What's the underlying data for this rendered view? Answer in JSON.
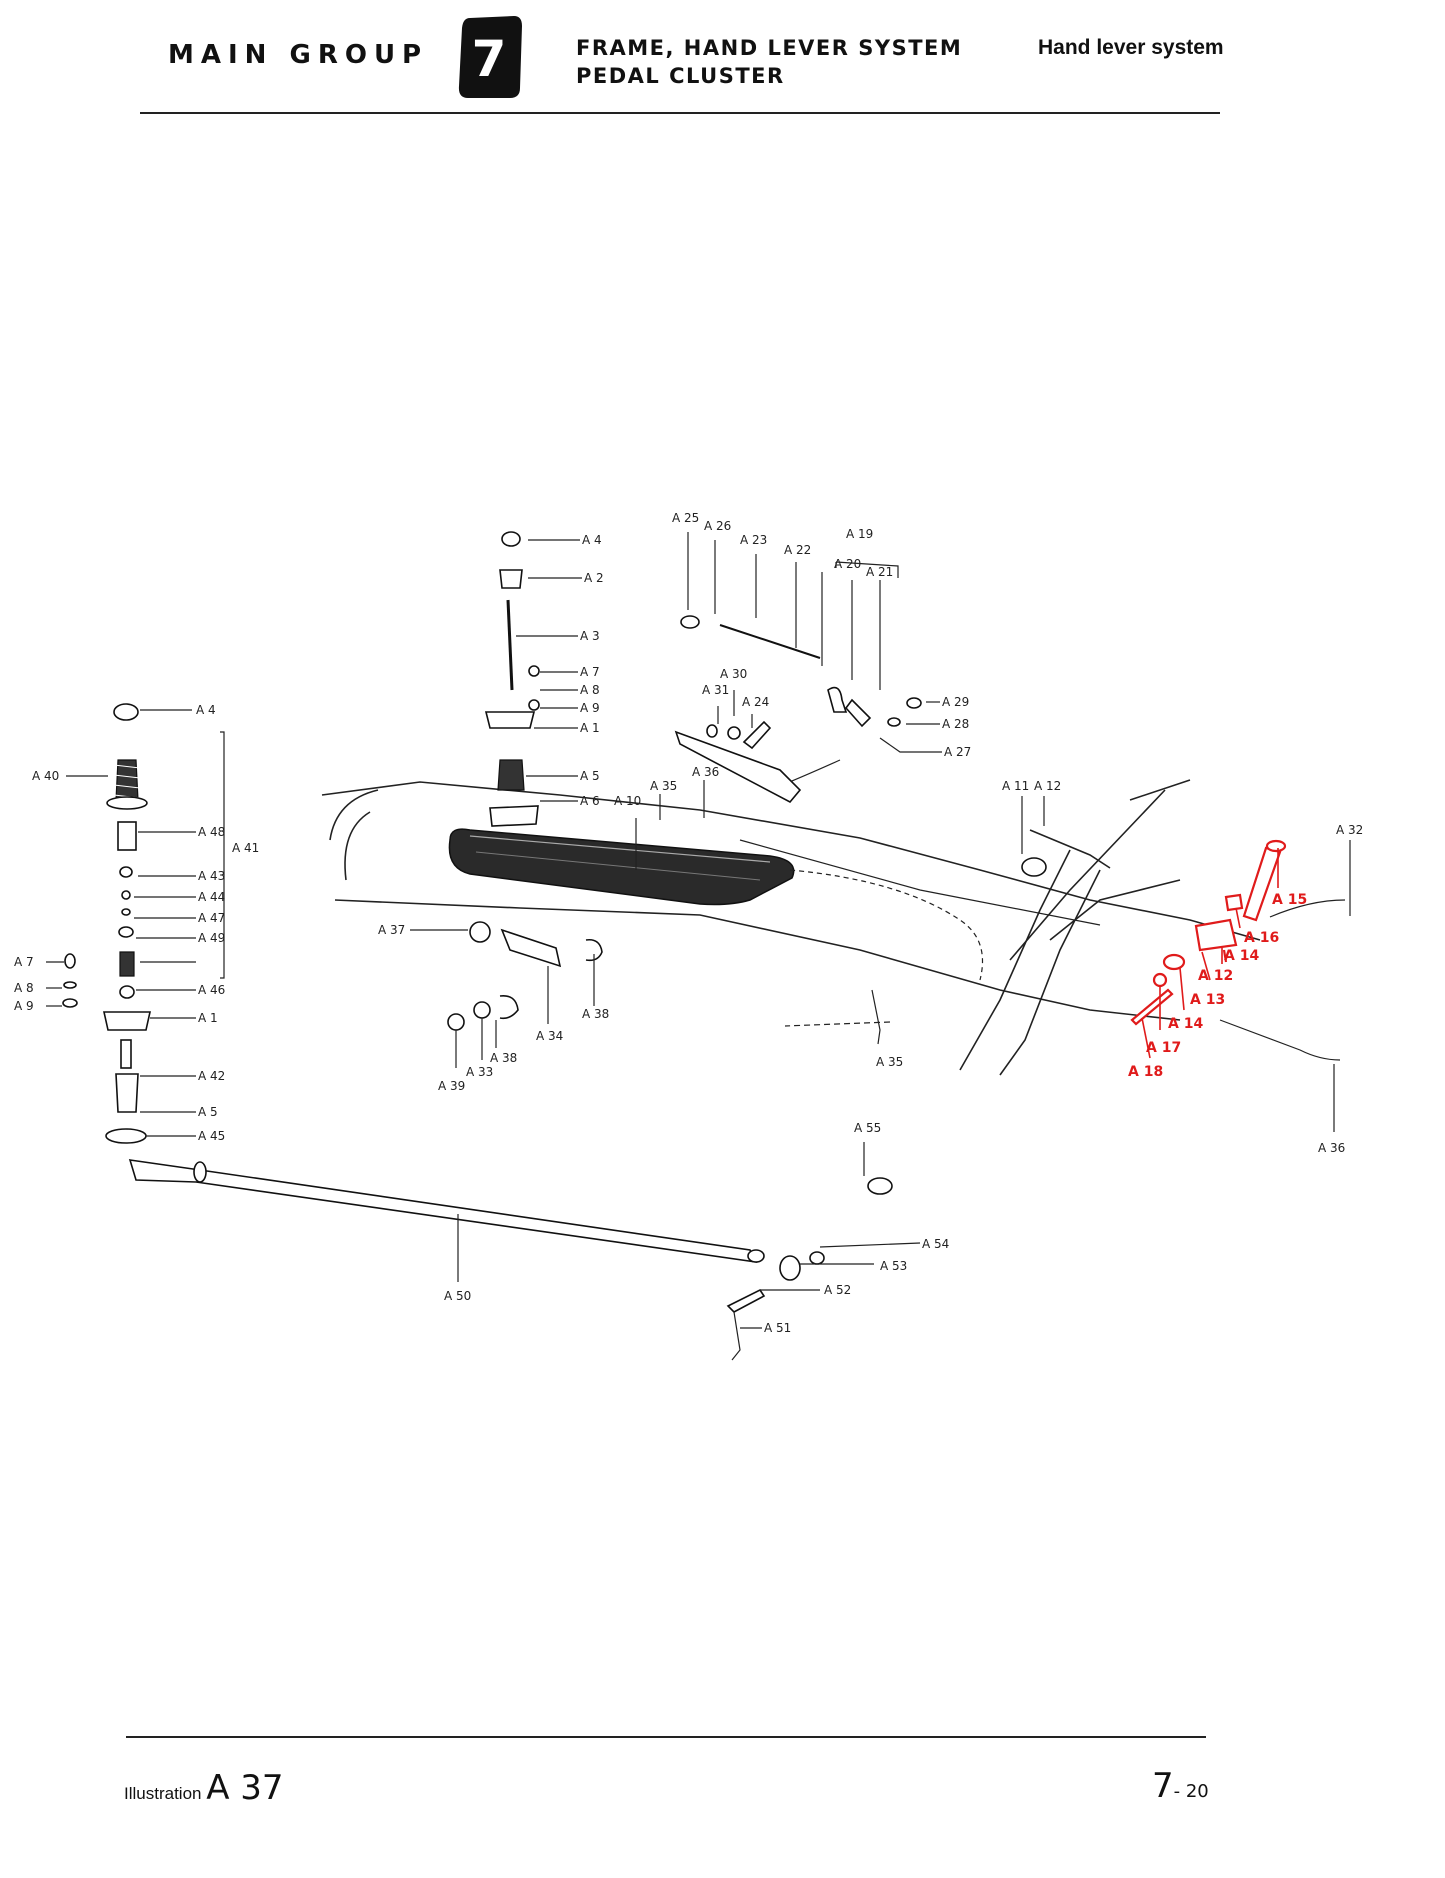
{
  "header": {
    "main_group": "MAIN GROUP",
    "group_number": "7",
    "title_line1": "FRAME, HAND LEVER SYSTEM",
    "title_line2": "PEDAL CLUSTER",
    "section": "Hand lever system"
  },
  "footer": {
    "illustration_label": "Illustration",
    "illustration_number": "A 37",
    "page_number": "7",
    "page_sub": "- 20"
  },
  "callouts": [
    "A 4",
    "A 2",
    "A 3",
    "A 7",
    "A 8",
    "A 9",
    "A 1",
    "A 5",
    "A 6",
    "A 10",
    "A 25",
    "A 26",
    "A 23",
    "A 22",
    "A 19",
    "A 20",
    "A 21",
    "A 30",
    "A 31",
    "A 24",
    "A 29",
    "A 28",
    "A 27",
    "A 35",
    "A 36",
    "A 11",
    "A 12",
    "A 32",
    "A 4",
    "A 40",
    "A 48",
    "A 41",
    "A 43",
    "A 44",
    "A 47",
    "A 49",
    "A 7",
    "A 8",
    "A 9",
    "A 46",
    "A 1",
    "A 42",
    "A 5",
    "A 45",
    "A 37",
    "A 38",
    "A 34",
    "A 38",
    "A 33",
    "A 39",
    "A 35",
    "A 36",
    "A 55",
    "A 54",
    "A 53",
    "A 52",
    "A 51",
    "A 50"
  ],
  "callouts_highlighted": [
    "A 15",
    "A 16",
    "A 14",
    "A 12",
    "A 13",
    "A 14",
    "A 17",
    "A 18"
  ],
  "colors": {
    "highlight": "#e01b1b",
    "ink": "#222222"
  }
}
